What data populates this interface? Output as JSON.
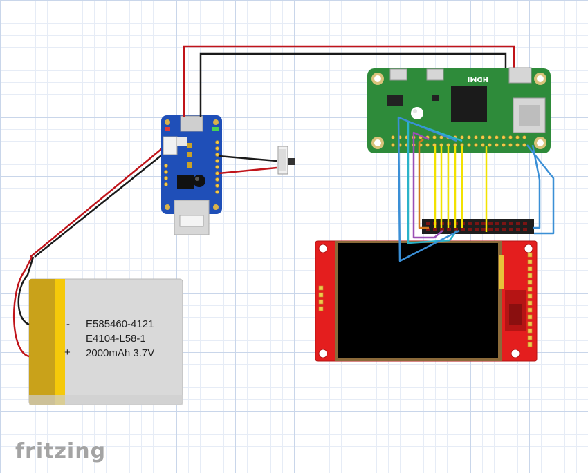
{
  "watermark": "fritzing",
  "battery": {
    "line1": "E585460-4121",
    "line2": "E4104-L58-1",
    "line3": "2000mAh 3.7V",
    "minus": "-",
    "plus": "+"
  },
  "pi_zero": {
    "hdmi_label": "HDMI"
  },
  "colors": {
    "red_wire": "#c0141a",
    "black_wire": "#1a1a1a",
    "yellow_wire": "#f2e200",
    "blue_wire": "#3a8fd6",
    "cyan_wire": "#2ab3c9",
    "purple_wire": "#9a4fb5",
    "orange_wire": "#d4781e",
    "pi_green": "#2e8b3a",
    "charger_blue": "#1f4fb8",
    "lcd_red": "#e41e1e"
  }
}
